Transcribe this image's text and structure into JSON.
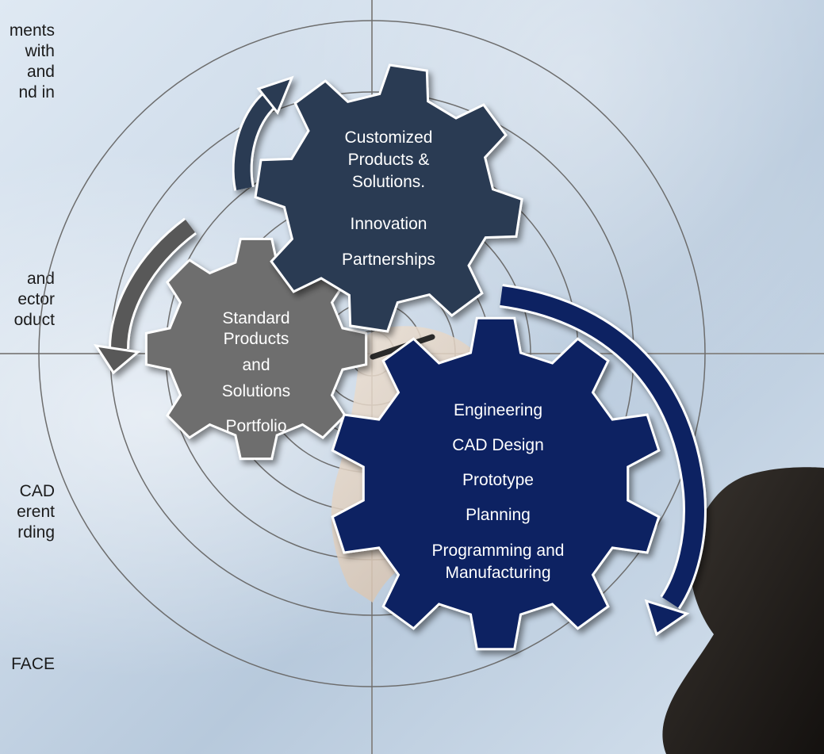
{
  "left_text": {
    "block1": [
      "ments",
      "with",
      "and",
      "nd  in"
    ],
    "block2": [
      "and",
      "ector",
      "oduct"
    ],
    "block3": [
      "CAD",
      "erent",
      "rding"
    ],
    "block4": [
      "FACE"
    ]
  },
  "gears": {
    "customized": {
      "lines": [
        "Customized",
        "Products &",
        "Solutions.",
        "Innovation",
        "Partnerships"
      ],
      "color": "#2b3a52"
    },
    "standard": {
      "lines": [
        "Standard",
        "Products",
        "and",
        "Solutions",
        "Portfolio"
      ],
      "color": "#6e6e6e"
    },
    "engineering": {
      "lines": [
        "Engineering",
        "CAD Design",
        "Prototype",
        "Planning",
        "Programming and",
        "Manufacturing"
      ],
      "color": "#0e2462"
    }
  },
  "arrows": {
    "left_arrow_color": "#595959",
    "top_arrow_color": "#2b3a52",
    "right_arrow_color": "#0e2462"
  }
}
